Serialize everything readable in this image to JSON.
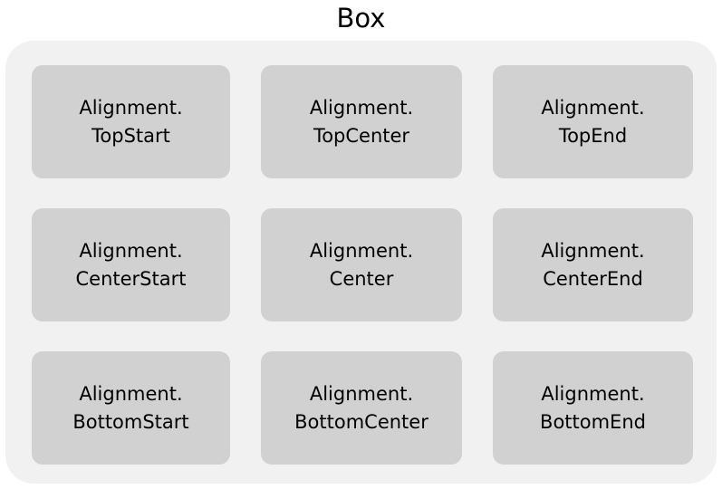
{
  "title": "Box",
  "colors": {
    "page_background": "#ffffff",
    "container_background": "#f1f1f1",
    "cell_background": "#d1d1d1",
    "text": "#000000"
  },
  "grid": {
    "rows": 3,
    "columns": 3,
    "cells": [
      {
        "prefix": "Alignment.",
        "value": "TopStart"
      },
      {
        "prefix": "Alignment.",
        "value": "TopCenter"
      },
      {
        "prefix": "Alignment.",
        "value": "TopEnd"
      },
      {
        "prefix": "Alignment.",
        "value": "CenterStart"
      },
      {
        "prefix": "Alignment.",
        "value": "Center"
      },
      {
        "prefix": "Alignment.",
        "value": "CenterEnd"
      },
      {
        "prefix": "Alignment.",
        "value": "BottomStart"
      },
      {
        "prefix": "Alignment.",
        "value": "BottomCenter"
      },
      {
        "prefix": "Alignment.",
        "value": "BottomEnd"
      }
    ]
  }
}
